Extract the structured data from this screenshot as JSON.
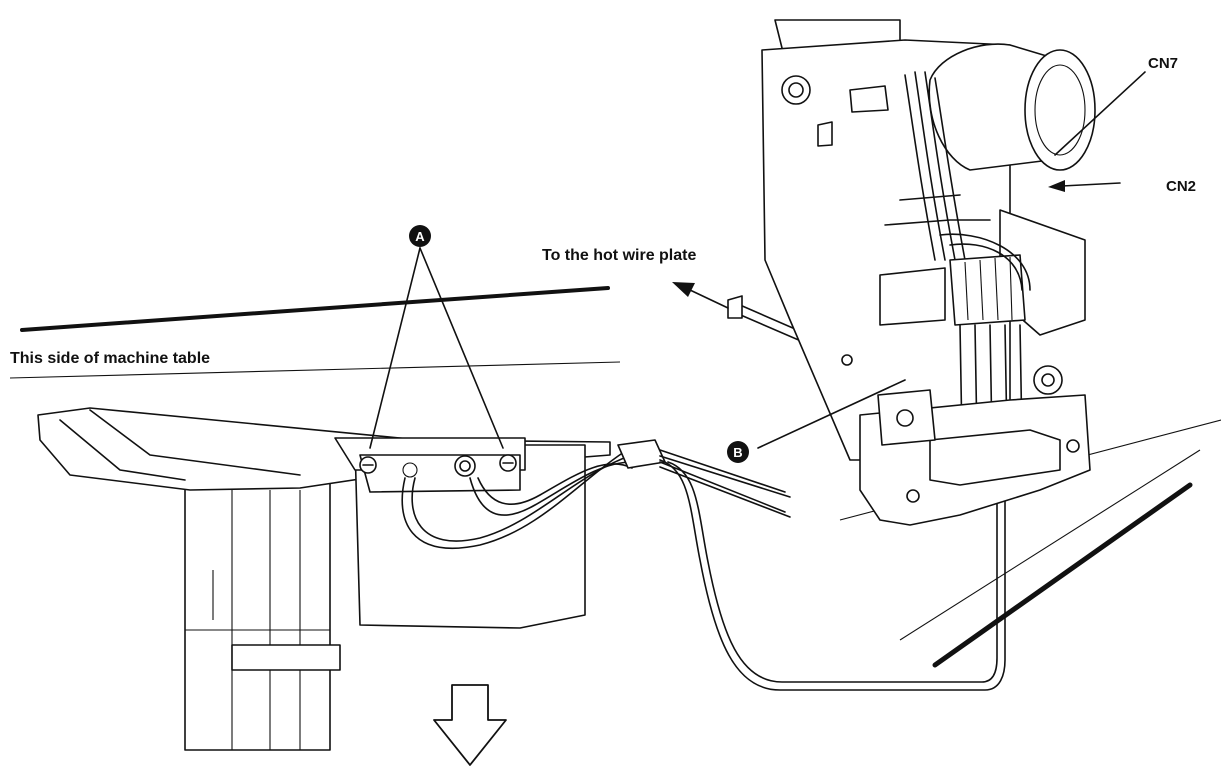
{
  "labels": {
    "cn7": "CN7",
    "cn2": "CN2",
    "hot_wire": "To the hot wire plate",
    "table_side": "This side of machine table"
  },
  "callouts": {
    "a": "A",
    "b": "B"
  },
  "colors": {
    "ink": "#111111",
    "paper": "#ffffff"
  },
  "icons": {
    "next_step": "down-arrow-icon"
  }
}
